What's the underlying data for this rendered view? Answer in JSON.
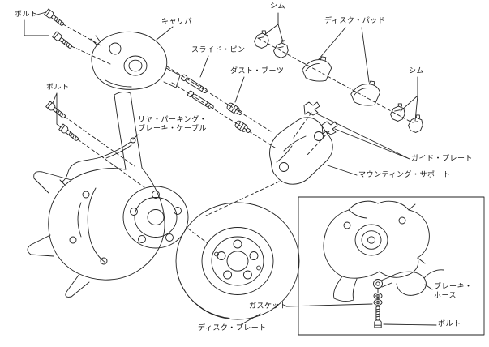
{
  "diagram": {
    "background": "#ffffff",
    "line_color": "#222222"
  },
  "labels": {
    "bolt_top_left": "ボルト",
    "caliper": "キャリパ",
    "shim_top": "シム",
    "slide_pin": "スライド・ピン",
    "disc_pad": "ディスク・パッド",
    "dust_boots": "ダスト・ブーツ",
    "shim_right": "シム",
    "bolt_left": "ボルト",
    "parking_brake_cable": [
      "リヤ・パーキング・",
      "ブレーキ・ケーブル"
    ],
    "guide_plate": "ガイド・プレート",
    "mounting_support": "マウンティング・サポート",
    "disc_plate": "ディスク・プレート",
    "gasket": "ガスケット",
    "brake_hose": [
      "ブレーキ・",
      "ホース"
    ],
    "bolt_inset": "ボルト"
  }
}
